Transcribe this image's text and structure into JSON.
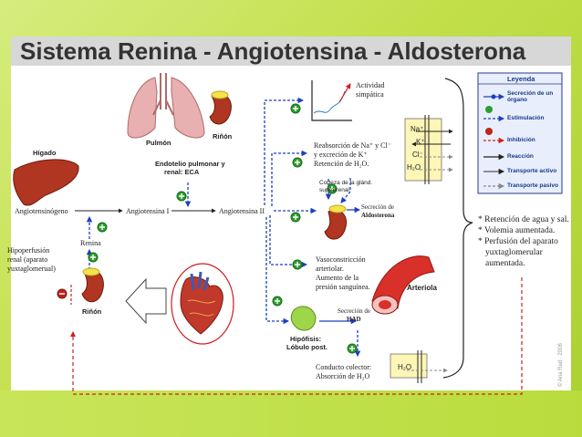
{
  "title": "Sistema Renina - Angiotensina - Aldosterona",
  "labels": {
    "higado": "Hígado",
    "pulmon": "Pulmón",
    "rinon_top": "Riñón",
    "endotelio": "Endotelio pulmonar y",
    "endotelio2": "renal: ECA",
    "angiotensinogeno": "Angiotensinógeno",
    "angiotensina1": "Angiotensina I",
    "angiotensina2": "Angiotensina II",
    "renina": "Renina",
    "hipoperfusion1": "Hipoperfusión",
    "hipoperfusion2": "renal (aparato",
    "hipoperfusion3": "yuxtaglomerual)",
    "rinon_bottom": "Riñón",
    "actividad1": "Actividad",
    "actividad2": "simpática",
    "reabs1": "Reabsorción de Na⁺ y Cl⁻",
    "reabs2": "y excreción de K⁺",
    "reabs3": "Retención de H₂O.",
    "corteza1": "Corteza de la glánd.",
    "corteza2": "suprarrenal",
    "secrecion_aldo1": "Secreción de",
    "secrecion_aldo2": "Aldosterona",
    "vaso1": "Vasoconstricción",
    "vaso2": "arteriolar.",
    "vaso3": "Aumento de la",
    "vaso4": "presión sanguínea.",
    "arteriola": "Arteriola",
    "secrecion_had1": "Secreción de",
    "secrecion_had2": "HAD",
    "hipofisis1": "Hipófisis:",
    "hipofisis2": "Lóbulo post.",
    "conducto1": "Conducto colector:",
    "conducto2": "Absorción de H₂O",
    "ion_na": "Na⁺",
    "ion_k": "K⁺",
    "ion_cl": "Cl⁻",
    "ion_h2o": "H₂O",
    "ion_h2o_bottom": "H₂O",
    "credit": "© Aria Rad · 2006"
  },
  "legend": {
    "title": "Leyenda",
    "items": [
      "Secreción de un órgano",
      "Estimulación",
      "Inhibición",
      "Reacción",
      "Transporte activo",
      "Transporte pasivo"
    ]
  },
  "bullets": [
    "* Retención de agua y sal.",
    "* Volemia aumentada.",
    "* Perfusión del aparato",
    "yuxtaglomerular",
    "aumentada."
  ],
  "colors": {
    "background": "#c2df49",
    "blue_arrow": "#1f3fbf",
    "red_arrow": "#d11f1f",
    "green_circle": "#2e9e2e",
    "legend_border": "#2a3a8a"
  }
}
